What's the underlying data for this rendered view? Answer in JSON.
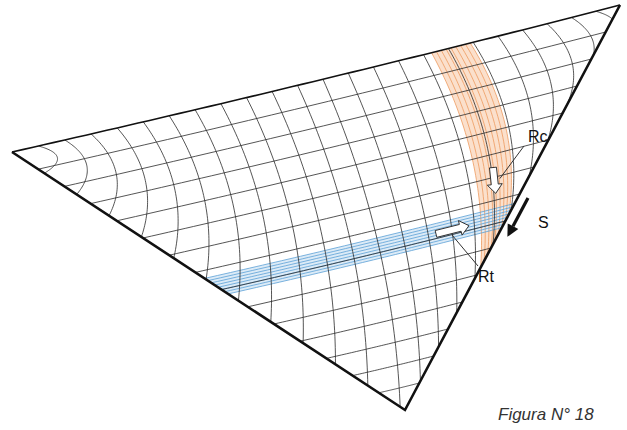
{
  "diagram": {
    "caption": "Figura N° 18",
    "labels": [
      "Rc",
      "S",
      "Rt"
    ]
  }
}
